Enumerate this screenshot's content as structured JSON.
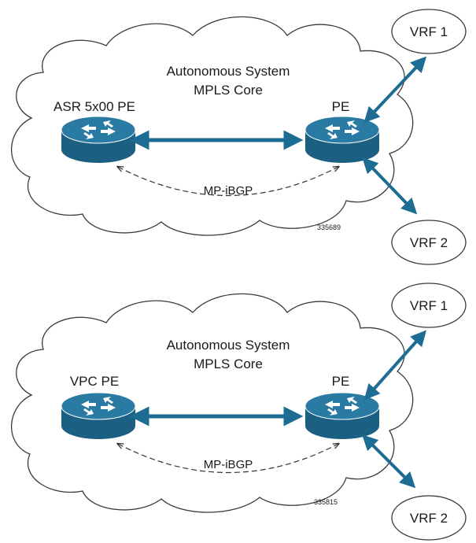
{
  "colors": {
    "router_top": "#1f6e93",
    "router_body": "#1b5f82",
    "link_blue": "#1c6c93",
    "cloud_stroke": "#3a3a3a",
    "text": "#1a1a1a"
  },
  "diagrams": [
    {
      "cloud_title_line1": "Autonomous System",
      "cloud_title_line2": "MPLS Core",
      "left_router_label": "ASR 5x00 PE",
      "right_router_label": "PE",
      "session_label": "MP-iBGP",
      "figure_id": "335689",
      "vrf_top": "VRF 1",
      "vrf_bottom": "VRF 2",
      "left_router_icon": "router-icon",
      "right_router_icon": "router-icon"
    },
    {
      "cloud_title_line1": "Autonomous System",
      "cloud_title_line2": "MPLS Core",
      "left_router_label": "VPC PE",
      "right_router_label": "PE",
      "session_label": "MP-iBGP",
      "figure_id": "335815",
      "vrf_top": "VRF 1",
      "vrf_bottom": "VRF 2",
      "left_router_icon": "router-icon",
      "right_router_icon": "router-icon"
    }
  ]
}
